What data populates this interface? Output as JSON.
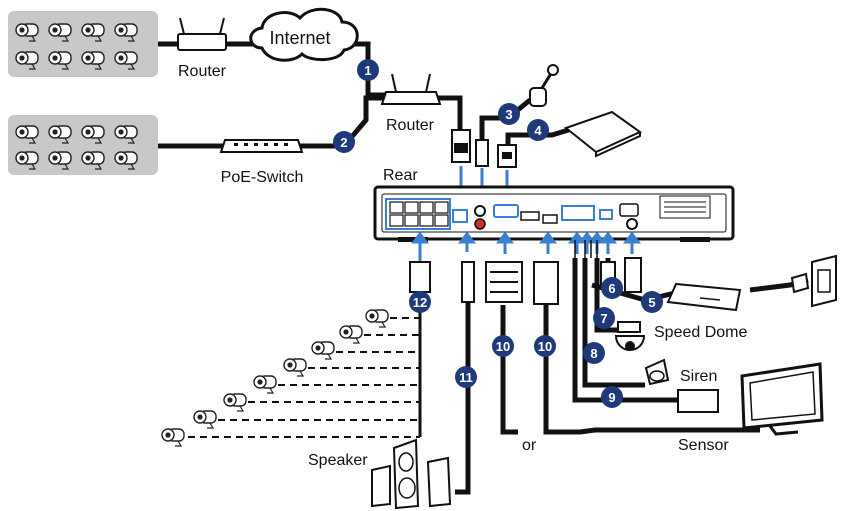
{
  "labels": {
    "internet": "Internet",
    "router_left": "Router",
    "router_right": "Router",
    "poe_switch": "PoE-Switch",
    "rear": "Rear",
    "speed_dome": "Speed Dome",
    "siren": "Siren",
    "sensor": "Sensor",
    "speaker": "Speaker",
    "or": "or"
  },
  "badges": [
    "1",
    "2",
    "3",
    "4",
    "5",
    "6",
    "7",
    "8",
    "9",
    "10",
    "10",
    "11",
    "12"
  ],
  "colors": {
    "badge": "#1f3a7a",
    "cable": "#111111",
    "panel_gray": "#c8c8c8",
    "port_blue": "#3a7fd0"
  }
}
